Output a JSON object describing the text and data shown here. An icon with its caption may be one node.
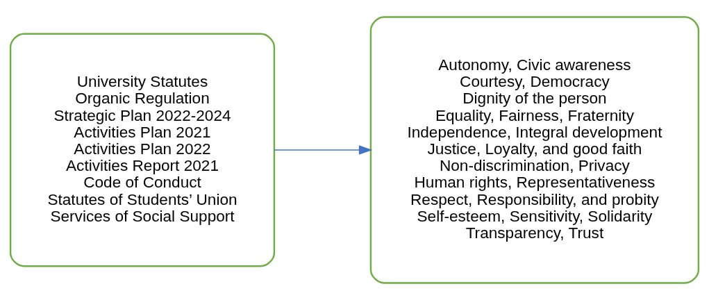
{
  "diagram": {
    "nodes": [
      {
        "text": [
          "University Statutes",
          "Organic Regulation",
          "Strategic Plan 2022-2024",
          "Activities Plan 2021",
          "Activities Plan 2022",
          "Activities Report 2021",
          "Code of Conduct",
          "Statutes of Students’ Union",
          "Services of Social Support"
        ]
      },
      {
        "text": [
          "Autonomy, Civic awareness",
          "Courtesy, Democracy",
          "Dignity of the person",
          "Equality, Fairness, Fraternity",
          "Independence, Integral development",
          "Justice, Loyalty, and good faith",
          "Non-discrimination, Privacy",
          "Human rights, Representativeness",
          "Respect, Responsibility, and probity",
          "Self-esteem, Sensitivity, Solidarity",
          "Transparency, Trust"
        ]
      }
    ],
    "edges": [
      {
        "from": 0,
        "to": 1,
        "arrow": "to",
        "color": "#4472c4"
      }
    ]
  }
}
